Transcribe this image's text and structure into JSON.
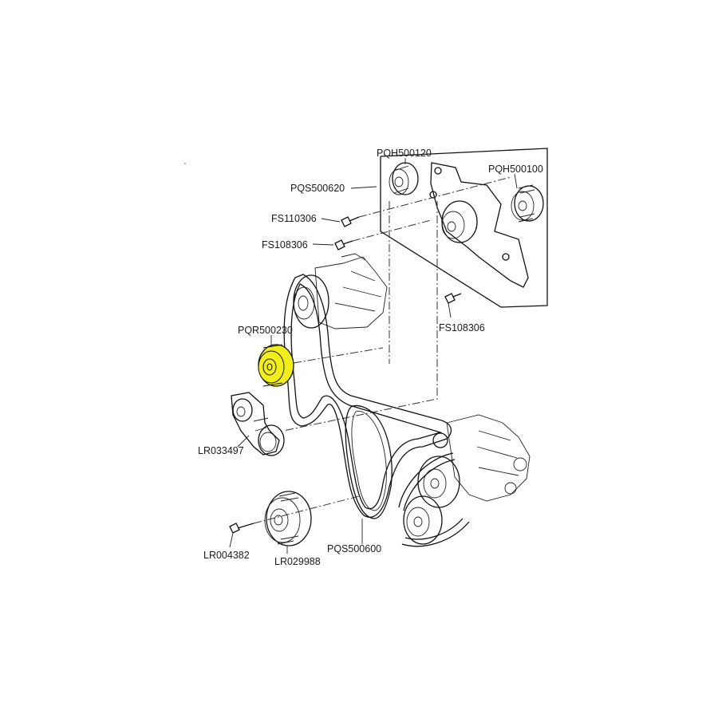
{
  "labels": {
    "pqh500120": "PQH500120",
    "pqh500100": "PQH500100",
    "pqs500620": "PQS500620",
    "fs110306": "FS110306",
    "fs108306_top": "FS108306",
    "fs108306_right": "FS108306",
    "pqr500230": "PQR500230",
    "lr033497": "LR033497",
    "lr004382": "LR004382",
    "lr029988": "LR029988",
    "pqs500600": "PQS500600"
  },
  "highlight": {
    "part": "PQR500230",
    "color": "#f2ee1c"
  },
  "colors": {
    "ink": "#111111",
    "paper": "#ffffff"
  }
}
